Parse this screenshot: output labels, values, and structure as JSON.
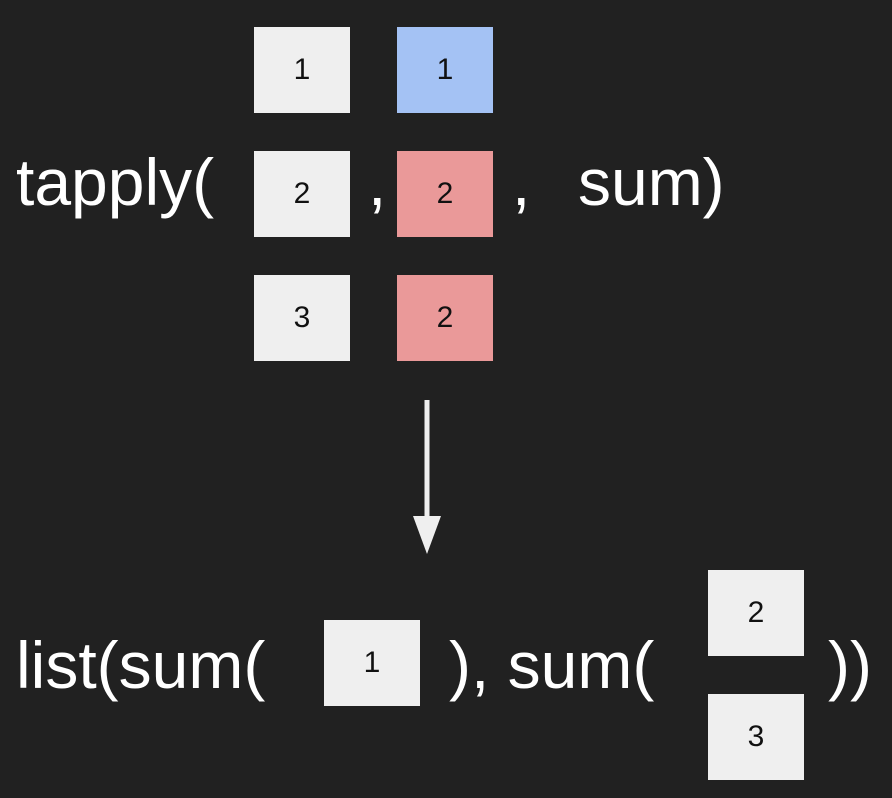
{
  "colors": {
    "background": "#212121",
    "cell_gray": "#efefef",
    "cell_blue": "#a4c2f4",
    "cell_red": "#ea9999",
    "arrow": "#efefef"
  },
  "top_expression": {
    "prefix": "tapply(",
    "comma_1": ",",
    "comma_2": ",",
    "func": "sum)",
    "x_values": [
      "1",
      "2",
      "3"
    ],
    "index_values": [
      "1",
      "2",
      "2"
    ]
  },
  "arrow_icon": "down-arrow-icon",
  "bottom_expression": {
    "prefix": "list(sum(",
    "middle": "), sum(",
    "suffix": "))",
    "group_1": [
      "1"
    ],
    "group_2": [
      "2",
      "3"
    ]
  }
}
